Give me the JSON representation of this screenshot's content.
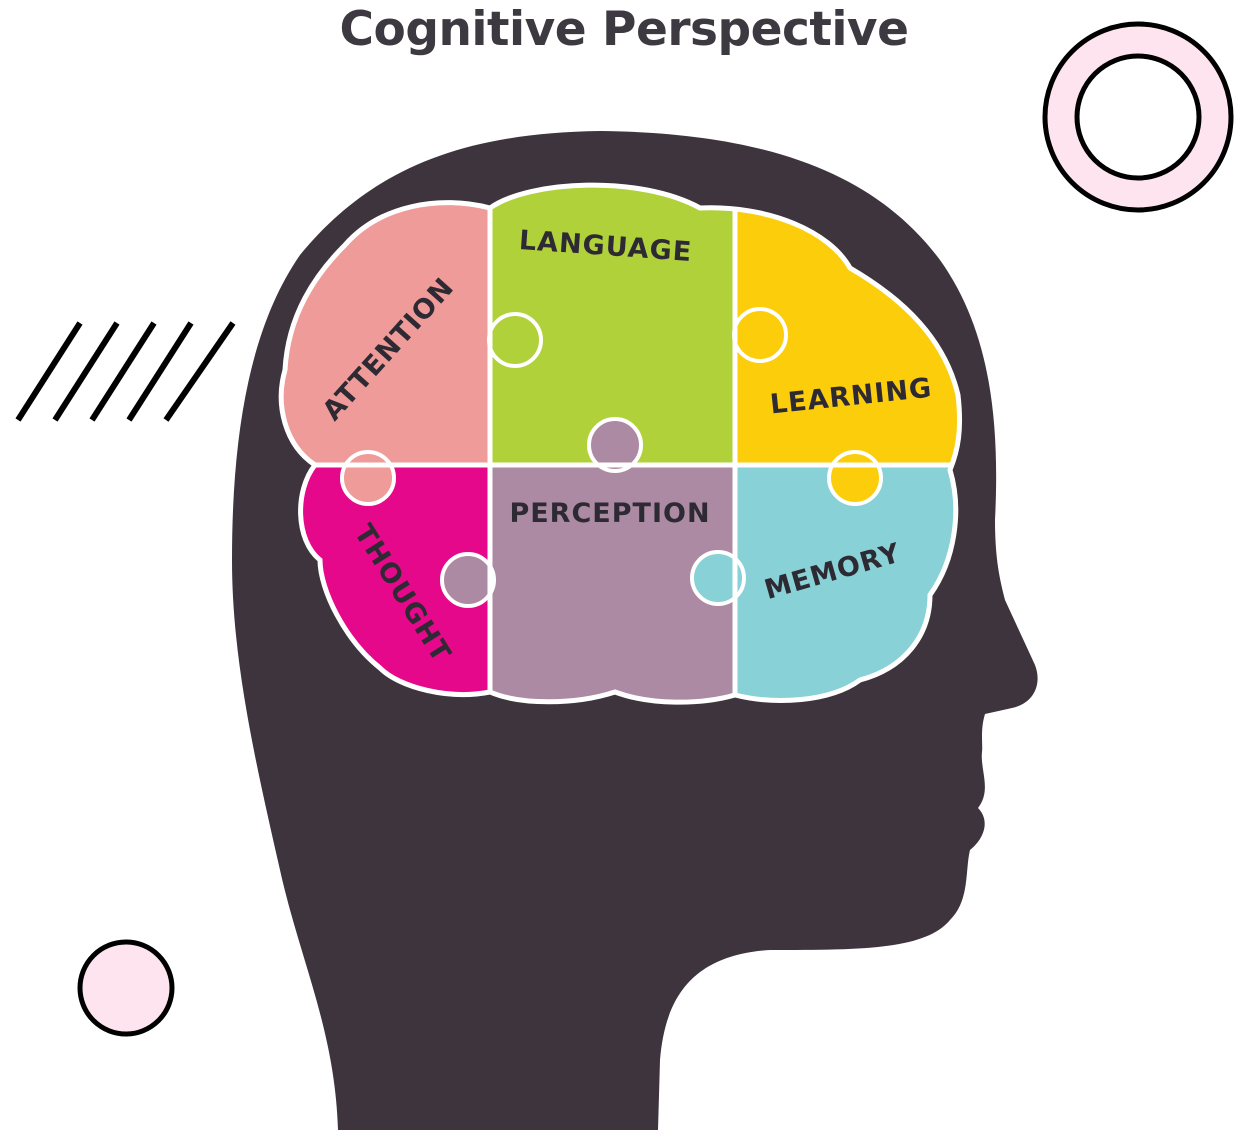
{
  "title": "Cognitive Perspective",
  "colors": {
    "head": "#3e343d",
    "attention": "#ee9b99",
    "language": "#b1d13b",
    "learning": "#fccd0b",
    "thought": "#e5088a",
    "perception": "#ad8aa3",
    "memory": "#87d1d7",
    "decor_pink": "#fde4ee"
  },
  "pieces": {
    "attention": "ATTENTION",
    "language": "LANGUAGE",
    "learning": "LEARNING",
    "thought": "THOUGHT",
    "perception": "PERCEPTION",
    "memory": "MEMORY"
  }
}
